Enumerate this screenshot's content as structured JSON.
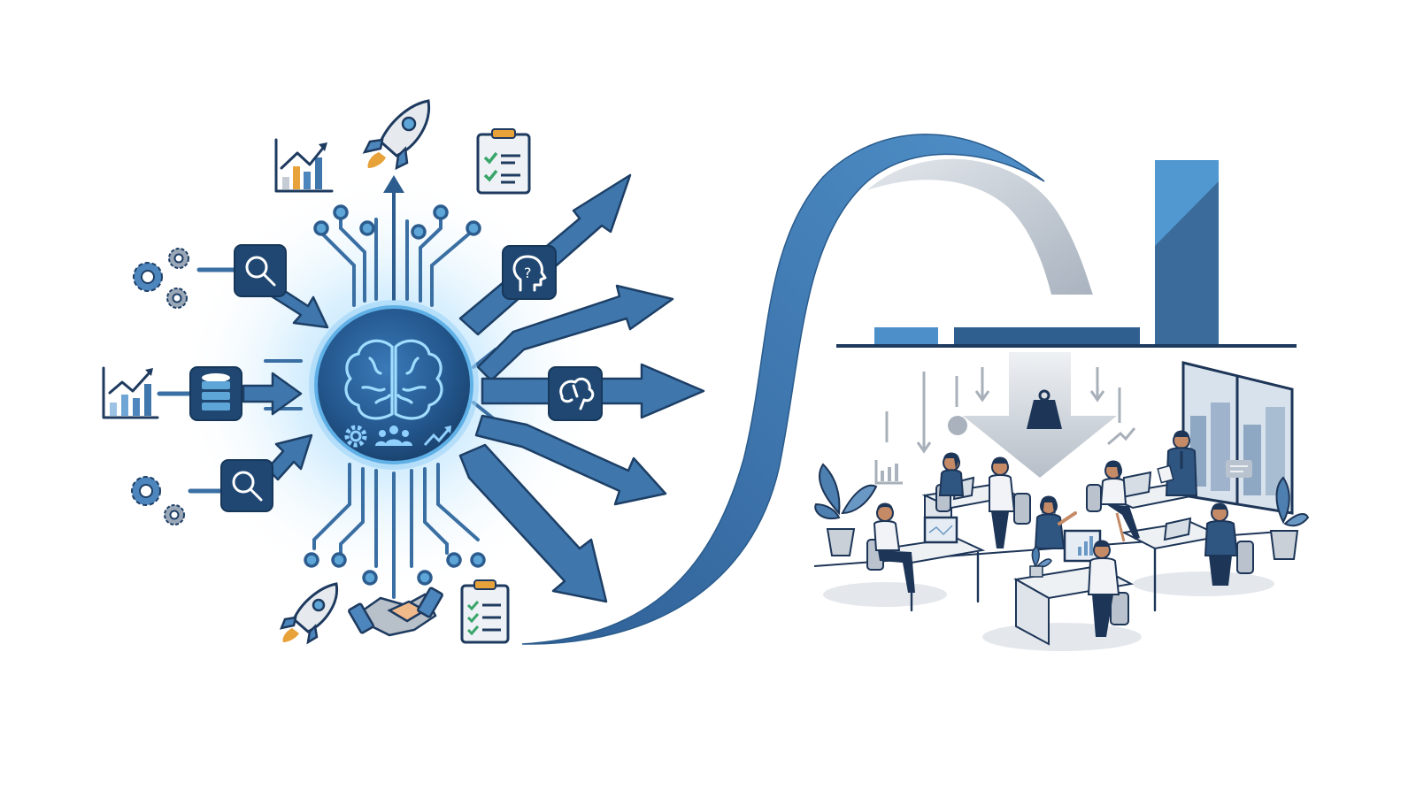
{
  "illustration": {
    "theme": "AI-driven transformation: a central AI brain hub radiating outputs, a growth curve, and a workplace under pressure",
    "palette": {
      "navy": "#1f4772",
      "primary_blue": "#3f77ad",
      "light_blue": "#5ea6d8",
      "glow": "#bfe3fb",
      "grey": "#9aa7b6",
      "accent_orange": "#e8a23a",
      "accent_green": "#3aa56a",
      "background": "#ffffff"
    },
    "hub": {
      "icon": "brain-icon",
      "sub_icons": [
        "gear-icon",
        "team-icon",
        "trend-up-icon"
      ]
    },
    "inputs": [
      {
        "source_icon": "gears-icon",
        "tile_icon": "magnifier-icon"
      },
      {
        "source_icon": "bar-chart-icon",
        "tile_icon": "database-icon"
      },
      {
        "source_icon": "gears-icon",
        "tile_icon": "magnifier-icon"
      }
    ],
    "top_icons": [
      "growth-chart-icon",
      "rocket-icon",
      "checklist-icon"
    ],
    "bottom_icons": [
      "rocket-icon",
      "handshake-icon",
      "checklist-icon"
    ],
    "outputs": [
      {
        "direction": "up",
        "tile_icon": null
      },
      {
        "direction": "up-right",
        "tile_icon": "head-question-icon"
      },
      {
        "direction": "right-up",
        "tile_icon": null
      },
      {
        "direction": "right",
        "tile_icon": "brain-icon"
      },
      {
        "direction": "right-down",
        "tile_icon": null
      },
      {
        "direction": "down-right",
        "tile_icon": null
      }
    ],
    "right_panel": {
      "curve": "s-curve-arrow",
      "bar_chart": {
        "bars": [
          {
            "label": "small",
            "relative_height": 0.08
          },
          {
            "label": "wide",
            "relative_height": 0.08
          },
          {
            "label": "tall",
            "relative_height": 1.0
          }
        ]
      },
      "pressure": {
        "icon": "weight-icon",
        "arrow": "down-arrow"
      },
      "office": {
        "people_count": 8,
        "plants": 3,
        "window": true
      }
    }
  }
}
